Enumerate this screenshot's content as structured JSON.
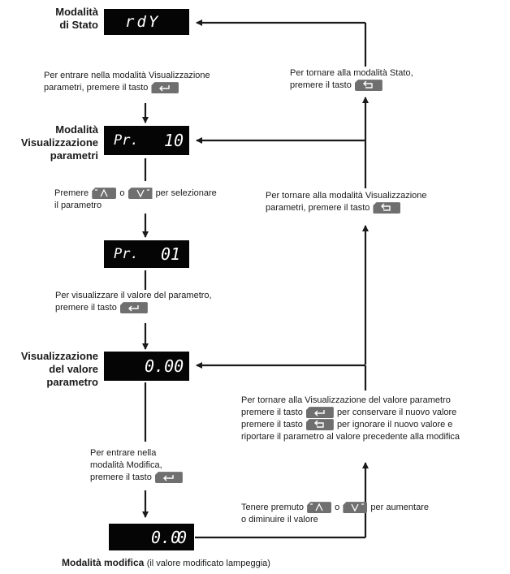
{
  "labels": {
    "stato": [
      "Modalità",
      "di Stato"
    ],
    "vis_param": [
      "Modalità",
      "Visualizzazione",
      "parametri"
    ],
    "vis_valore": [
      "Visualizzazione",
      "del valore",
      "parametro"
    ],
    "modifica_bold": "Modalità modifica",
    "modifica_note": "(il valore modificato lampeggia)"
  },
  "displays": {
    "rdy": "rdY",
    "pr_left": "Pr.",
    "pr10_right": "10",
    "pr01_right": "01",
    "val": "0.00",
    "val_edit": "0.0",
    "val_edit_circled": "0"
  },
  "instructions": {
    "enter_vis_1": "Per entrare nella modalità Visualizzazione",
    "enter_vis_2": "parametri, premere il tasto",
    "select_a": "Premere",
    "select_o": "o",
    "select_b": "per selezionare",
    "select_2": "il parametro",
    "show_value_1": "Per visualizzare il valore del parametro,",
    "show_value_2": "premere il tasto",
    "enter_mod_1": "Per entrare nella",
    "enter_mod_2": "modalità Modifica,",
    "enter_mod_3": "premere il tasto",
    "back_stato_1": "Per tornare alla modalità Stato,",
    "back_stato_2": "premere il tasto",
    "back_vis_1": "Per tornare alla modalità Visualizzazione",
    "back_vis_2": "parametri, premere il tasto",
    "back_val_1": "Per tornare alla Visualizzazione del valore parametro",
    "back_val_2a": "premere il tasto",
    "back_val_2b": "per conservare il nuovo valore",
    "back_val_3a": "premere il tasto",
    "back_val_3b": "per ignorare il nuovo valore e",
    "back_val_4": "riportare il parametro al valore precedente alla modifica",
    "hold_a": "Tenere premuto",
    "hold_o": "o",
    "hold_b": "per aumentare",
    "hold_2": "o diminuire il valore"
  },
  "icons": {
    "enter": "enter-key-icon",
    "back": "back-key-icon",
    "up": "up-key-icon",
    "down": "down-key-icon"
  },
  "colors": {
    "key": "#6f6f6f",
    "display": "#050505",
    "line": "#1a1a1a"
  }
}
